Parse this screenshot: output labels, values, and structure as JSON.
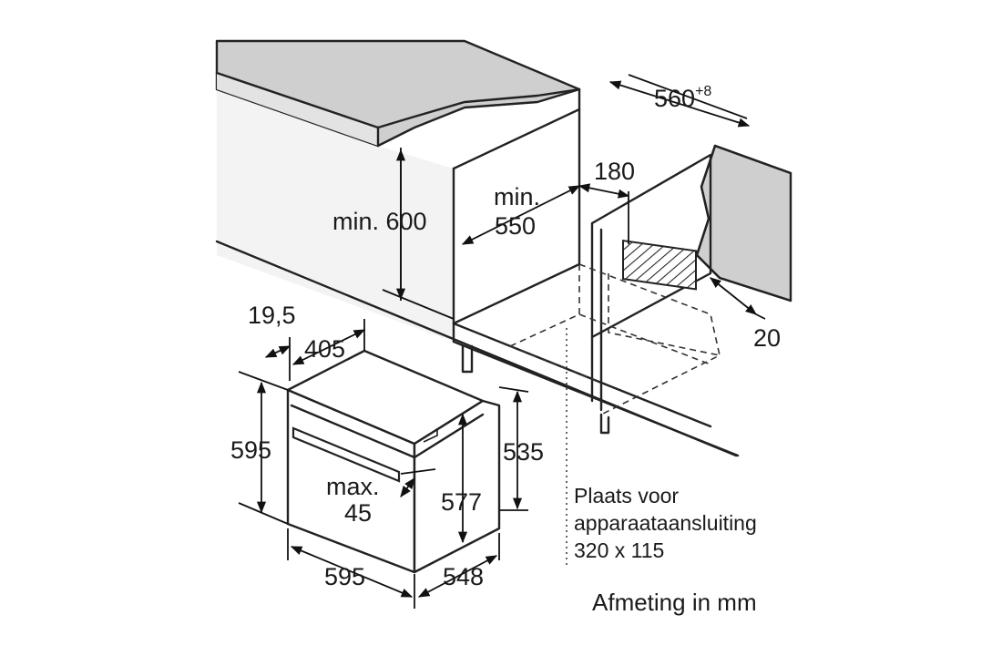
{
  "dimensions": {
    "cabinet_width": "560",
    "cabinet_width_tolerance": "+8",
    "socket_offset": "180",
    "min_depth_label": "min.",
    "min_depth_value": "550",
    "min_height": "min. 600",
    "rear_gap": "20",
    "panel_thickness": "19,5",
    "top_depth": "405",
    "front_height": "595",
    "body_height": "535",
    "inner_height": "577",
    "handle_label": "max.",
    "handle_value": "45",
    "front_width": "595",
    "body_depth": "548"
  },
  "note": {
    "line1": "Plaats voor",
    "line2": "apparaataansluiting",
    "line3": "320 x 115"
  },
  "caption": "Afmeting in mm"
}
